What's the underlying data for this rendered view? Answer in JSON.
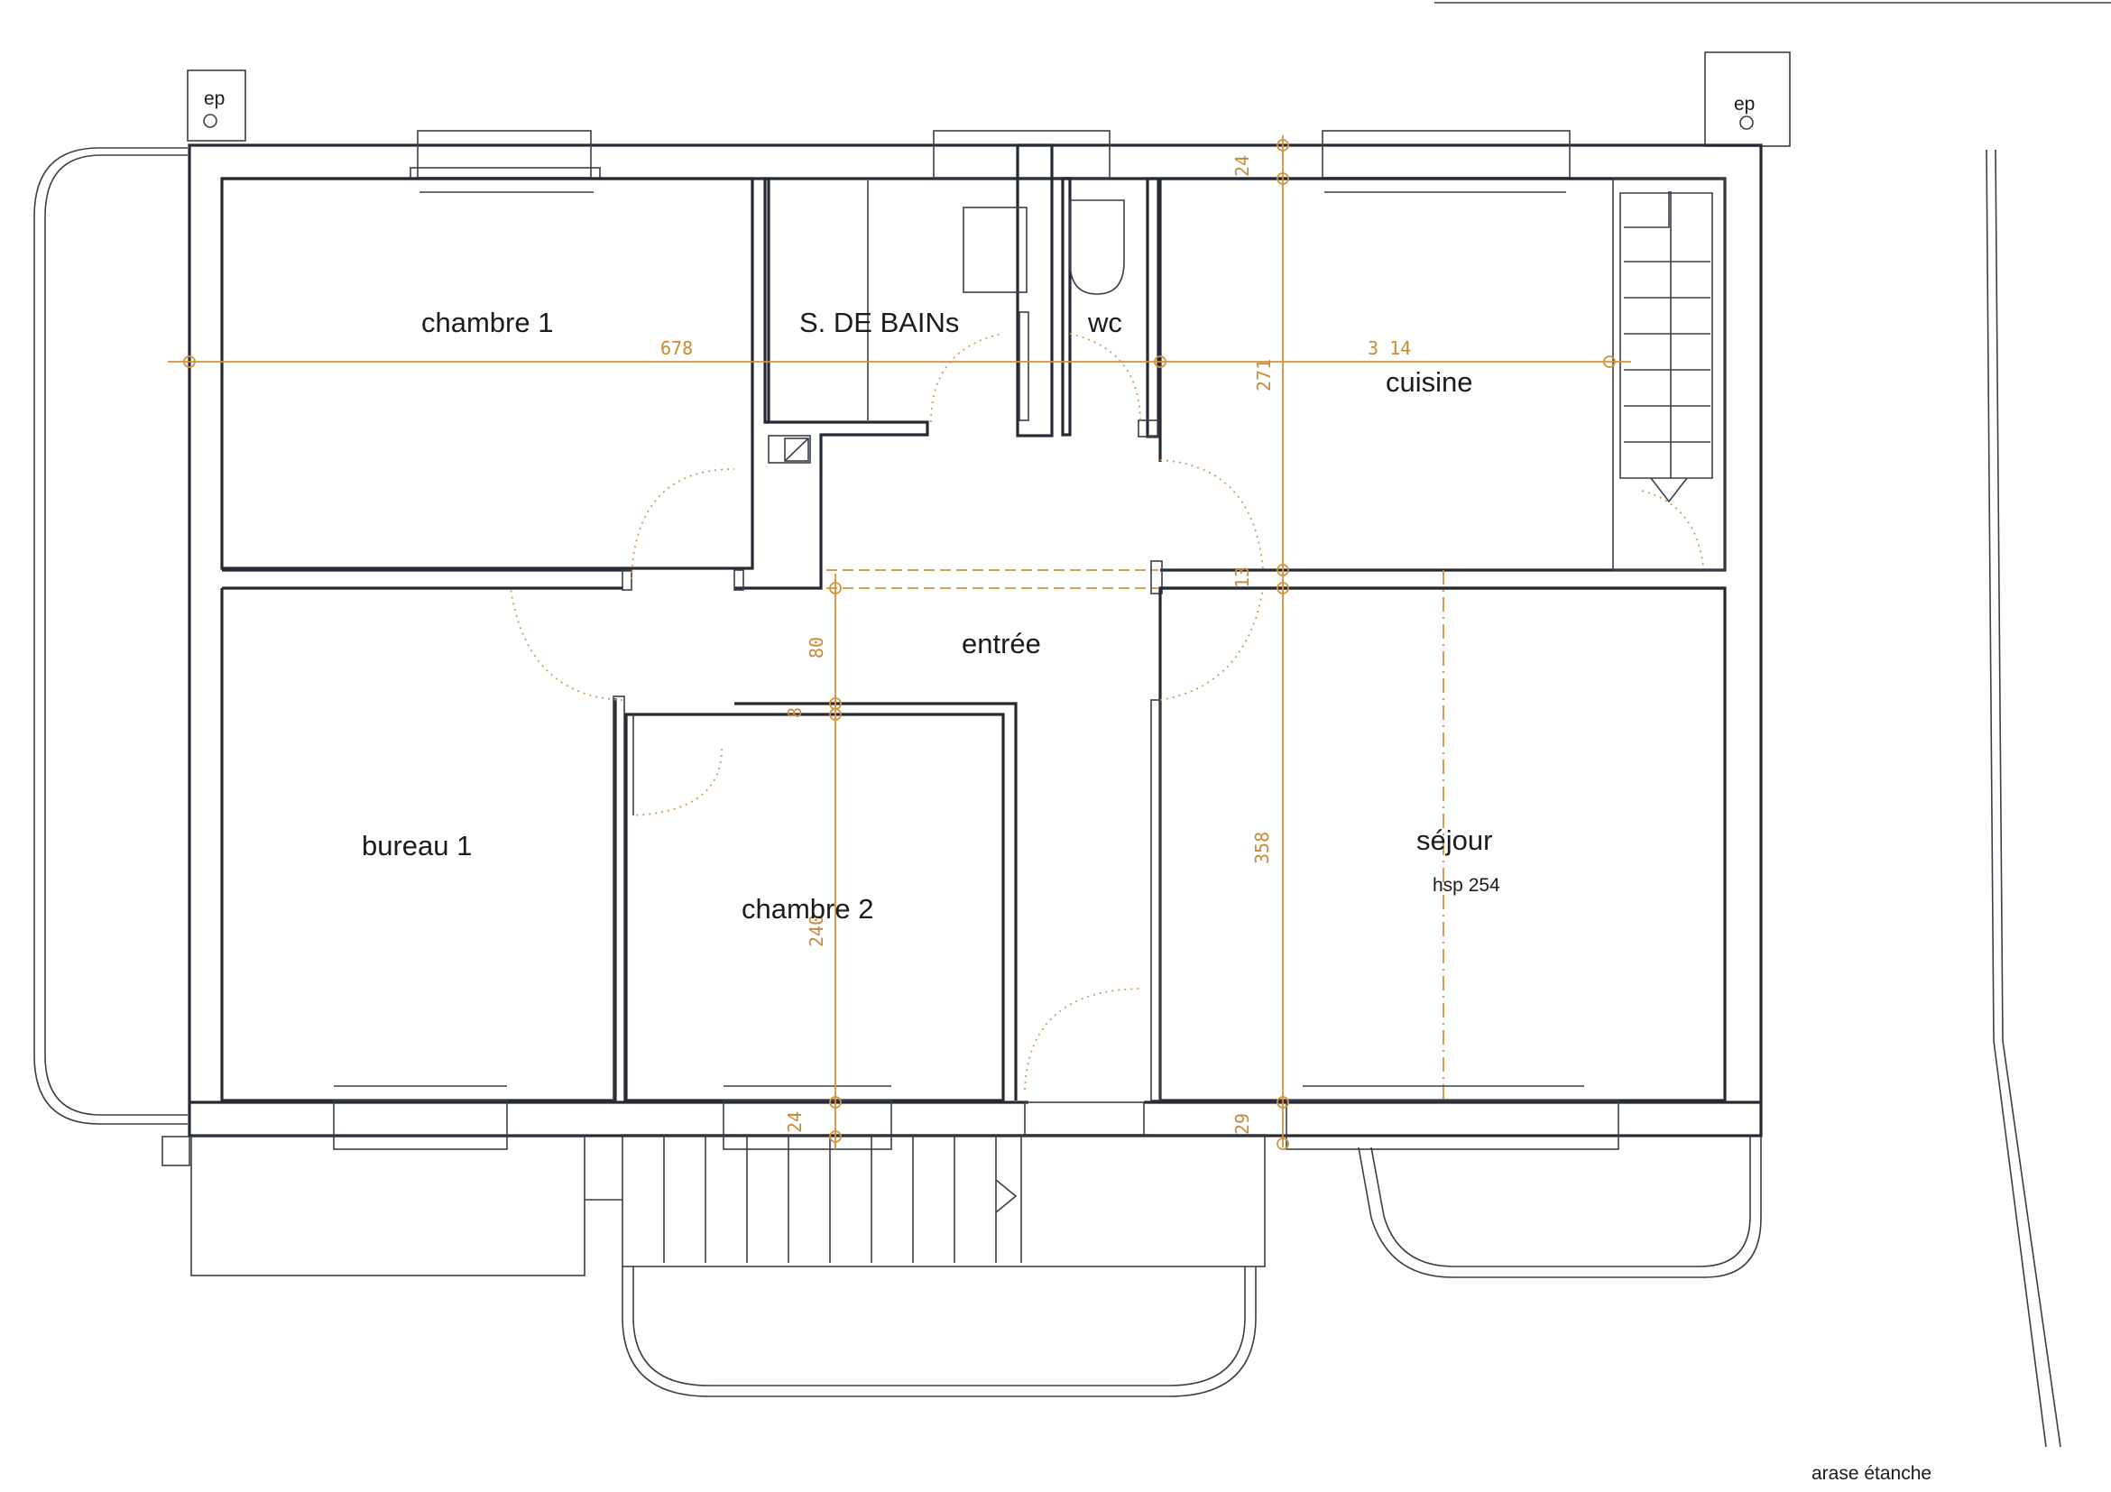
{
  "rooms": {
    "chambre1": "chambre  1",
    "salle_de_bains": "S. DE BAINs",
    "wc": "wc",
    "cuisine": "cuisine",
    "entree": "entrée",
    "bureau1": "bureau  1",
    "chambre2": "chambre  2",
    "sejour": "séjour",
    "sejour_height": "hsp 254"
  },
  "markers": {
    "ep_left": "ep",
    "ep_right": "ep",
    "arase": "arase étanche"
  },
  "dimensions": {
    "width_total": "678",
    "width_cuisine": "3 14",
    "top_wall": "24",
    "cuisine_depth": "271",
    "middle_wall": "13",
    "entree_depth": "80",
    "inner_wall": "8",
    "chambre2_depth": "240",
    "sejour_depth": "358",
    "bottom_wall": "24",
    "bottom_wall_right": "29"
  },
  "colors": {
    "walls": "#262b33",
    "dimension_lines": "#d4923a",
    "door_swings": "#d09a62"
  }
}
